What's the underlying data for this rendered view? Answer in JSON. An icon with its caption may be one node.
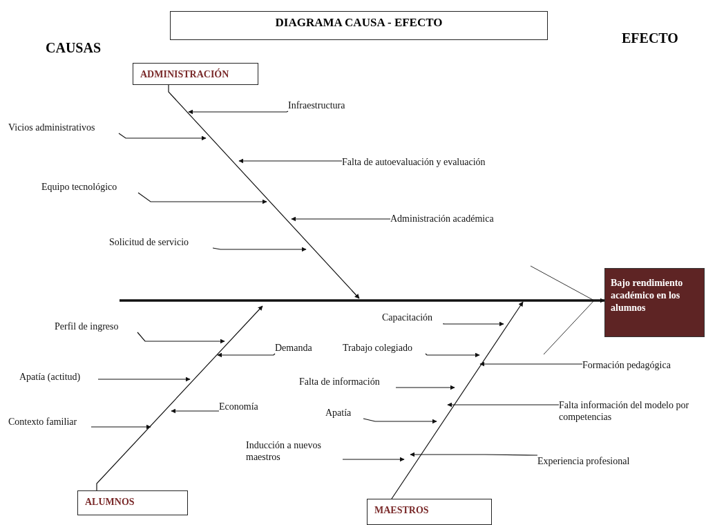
{
  "diagram": {
    "title": "DIAGRAMA CAUSA - EFECTO",
    "nodes": [
      {
        "text": [
          "ADMINISTRACIÓN"
        ]
      },
      {
        "text": [
          "Infraestructura"
        ]
      },
      {
        "text": [
          "Vicios administrativos"
        ]
      },
      {
        "text": [
          "Falta de autoevaluación y evaluación"
        ]
      },
      {
        "text": [
          "Equipo tecnológico"
        ]
      },
      {
        "text": [
          "Administración académica"
        ]
      },
      {
        "text": [
          "Solicitud de servicio"
        ]
      },
      {
        "text": [
          "Bajo rendimiento académico en los alumnos"
        ]
      },
      {
        "text": [
          "Capacitación"
        ]
      },
      {
        "text": [
          "Perfil de ingreso"
        ]
      },
      {
        "text": [
          "Demanda"
        ]
      },
      {
        "text": [
          "Trabajo colegiado"
        ]
      },
      {
        "text": [
          "Formación pedagógica"
        ]
      },
      {
        "text": [
          "Apatía (actitud)"
        ]
      },
      {
        "text": [
          "Falta de información"
        ]
      },
      {
        "text": [
          "Economía"
        ]
      },
      {
        "text": [
          "Apatía"
        ]
      },
      {
        "text": [
          "Falta información del modelo por competencias"
        ]
      },
      {
        "text": [
          "Contexto familiar"
        ]
      },
      {
        "text": [
          "Inducción a nuevos maestros"
        ]
      },
      {
        "text": [
          "Experiencia profesional"
        ]
      },
      {
        "text": [
          "ALUMNOS"
        ]
      },
      {
        "text": [
          "MAESTROS"
        ]
      }
    ],
    "edges": [
      {
        "from": null,
        "to": 7,
        "arrow": "to",
        "style": "thick"
      },
      {
        "from": 0,
        "to": null,
        "arrow": "to"
      },
      {
        "from": 21,
        "to": null,
        "arrow": "to"
      },
      {
        "from": 22,
        "to": null,
        "arrow": "to"
      },
      {
        "from": 1,
        "to": null,
        "arrow": "to"
      },
      {
        "from": 2,
        "to": null,
        "arrow": "to"
      },
      {
        "from": 3,
        "to": null,
        "arrow": "to"
      },
      {
        "from": 4,
        "to": null,
        "arrow": "to"
      },
      {
        "from": 5,
        "to": null,
        "arrow": "to"
      },
      {
        "from": 6,
        "to": null,
        "arrow": "to"
      },
      {
        "from": 8,
        "to": null,
        "arrow": "to"
      },
      {
        "from": 9,
        "to": null,
        "arrow": "to"
      },
      {
        "from": 10,
        "to": null,
        "arrow": "to"
      },
      {
        "from": 11,
        "to": null,
        "arrow": "to"
      },
      {
        "from": 12,
        "to": null,
        "arrow": "to"
      },
      {
        "from": 13,
        "to": null,
        "arrow": "to"
      },
      {
        "from": 14,
        "to": null,
        "arrow": "to"
      },
      {
        "from": 15,
        "to": null,
        "arrow": "to"
      },
      {
        "from": 16,
        "to": null,
        "arrow": "to"
      },
      {
        "from": 17,
        "to": null,
        "arrow": "to"
      },
      {
        "from": 18,
        "to": null,
        "arrow": "to"
      },
      {
        "from": 19,
        "to": null,
        "arrow": "to"
      },
      {
        "from": 20,
        "to": null,
        "arrow": "to"
      }
    ],
    "labels": [
      "CAUSAS",
      "EFECTO"
    ]
  }
}
